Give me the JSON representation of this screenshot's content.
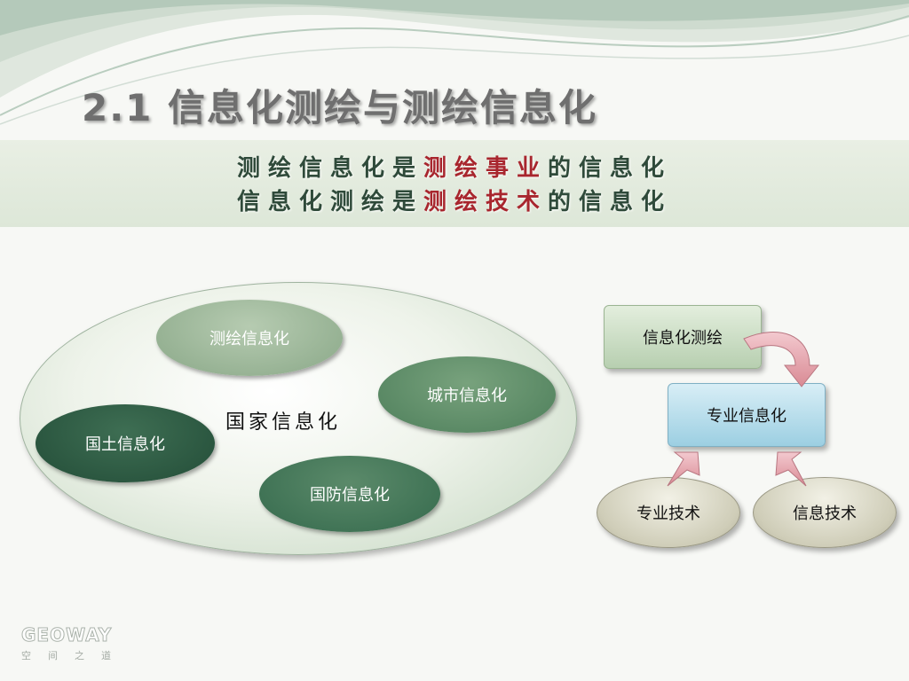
{
  "title": "2.1 信息化测绘与测绘信息化",
  "banner": {
    "line1": {
      "prefix": "测绘信息化是",
      "highlight": "测绘事业",
      "suffix": "的信息化"
    },
    "line2": {
      "prefix": "信息化测绘是",
      "highlight": "测绘技术",
      "suffix": "的信息化"
    }
  },
  "left_diagram": {
    "container": "国家信息化",
    "items": [
      "测绘信息化",
      "城市信息化",
      "国土信息化",
      "国防信息化"
    ]
  },
  "right_diagram": {
    "top": "信息化测绘",
    "middle": "专业信息化",
    "inputs": [
      "专业技术",
      "信息技术"
    ]
  },
  "logo": {
    "name": "GEOWAY",
    "tagline": "空间之道"
  },
  "colors": {
    "highlight": "#a8262e",
    "heading": "#2f4a3a",
    "title": "#6f6f6f"
  }
}
